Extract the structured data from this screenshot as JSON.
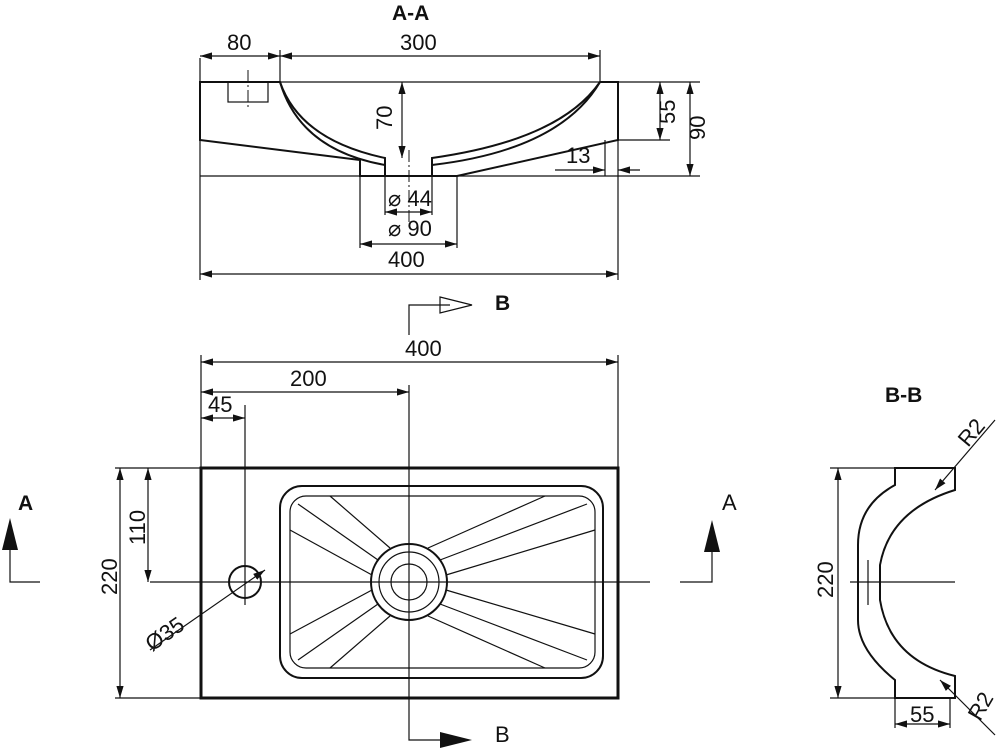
{
  "section_aa": {
    "title": "A-A",
    "dim_left_wall": "80",
    "dim_bowl_width": "300",
    "dim_bowl_depth": "70",
    "dim_rim_height": "55",
    "dim_total_height": "90",
    "dim_wall_thickness": "13",
    "dim_drain_inner": "⌀ 44",
    "dim_drain_outer": "⌀ 90",
    "dim_total_width": "400"
  },
  "plan_view": {
    "cut_b_top": "B",
    "cut_b_bottom": "B",
    "cut_a_left": "A",
    "cut_a_right": "A",
    "dim_width": "400",
    "dim_center": "200",
    "dim_tap_offset": "45",
    "dim_half_depth": "110",
    "dim_depth": "220",
    "dim_tap_hole": "Ø35"
  },
  "section_bb": {
    "title": "B-B",
    "radius_top": "R2",
    "radius_bottom": "R2",
    "dim_depth": "220",
    "dim_rim": "55"
  }
}
